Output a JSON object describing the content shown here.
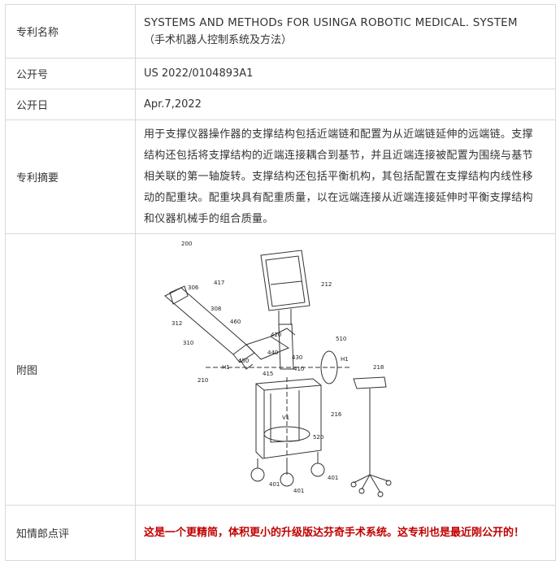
{
  "rows": {
    "title": {
      "label": "专利名称",
      "value_en": "SYSTEMS AND METHODs FOR USINGA ROBOTIC MEDICAL. SYSTEM",
      "value_cn": "（手术机器人控制系统及方法）"
    },
    "number": {
      "label": "公开号",
      "value": "US 2022/0104893A1"
    },
    "date": {
      "label": "公开日",
      "value": "Apr.7,2022"
    },
    "abstract": {
      "label": "专利摘要",
      "value": "用于支撑仪器操作器的支撑结构包括近端链和配置为从近端链延伸的远端链。支撑结构还包括将支撑结构的近端连接耦合到基节，并且近端连接被配置为围绕与基节相关联的第一轴旋转。支撑结构还包括平衡机构，其包括配置在支撑结构内线性移动的配重块。配重块具有配重质量，以在远端连接从近端连接延伸时平衡支撑结构和仪器机械手的组合质量。"
    },
    "figure": {
      "label": "附图",
      "callouts": [
        "200",
        "212",
        "417",
        "306",
        "308",
        "460",
        "312",
        "420",
        "310",
        "510",
        "440",
        "430",
        "H1",
        "450",
        "H1",
        "410",
        "210",
        "415",
        "218",
        "V1",
        "216",
        "520",
        "401",
        "401",
        "401"
      ]
    },
    "comment": {
      "label": "知情郎点评",
      "value": "这是一个更精简，体积更小的升级版达芬奇手术系统。这专利也是最近刚公开的！"
    }
  },
  "colors": {
    "border": "#d8d8d8",
    "text": "#333333",
    "comment": "#c00000"
  }
}
